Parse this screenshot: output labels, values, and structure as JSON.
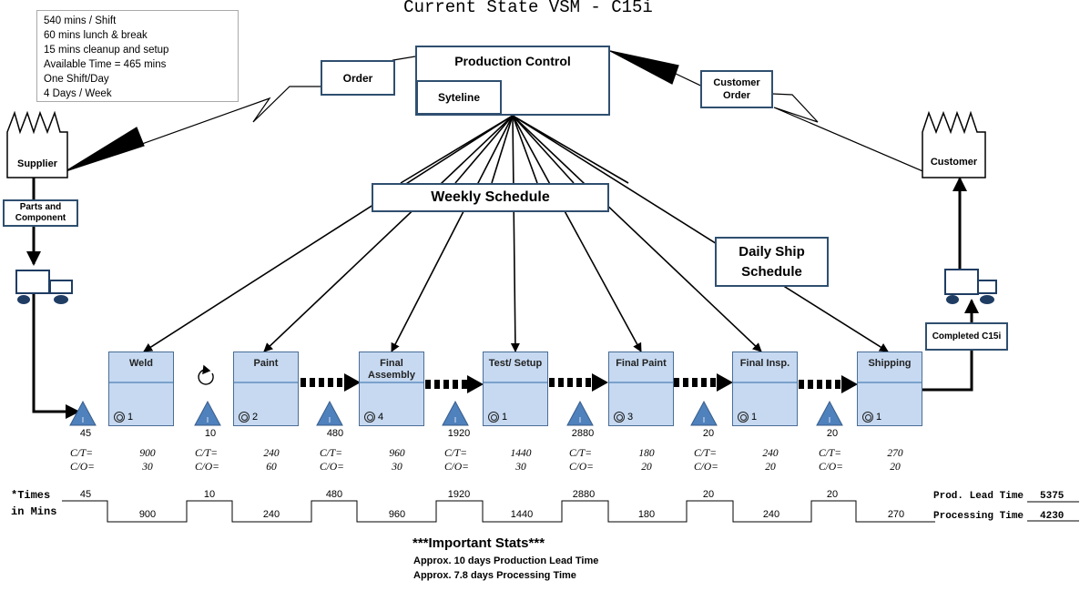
{
  "title": "Current State VSM - C15i",
  "notes": [
    "540 mins / Shift",
    "60 mins lunch & break",
    "15 mins cleanup and setup",
    "Available Time = 465 mins",
    "One Shift/Day",
    "4 Days / Week"
  ],
  "production_control": {
    "label": "Production Control",
    "sub": "Syteline"
  },
  "order": "Order",
  "customer_order": "Customer Order",
  "supplier": "Supplier",
  "customer": "Customer",
  "parts": "Parts and Component",
  "weekly_schedule": "Weekly Schedule",
  "daily_ship": "Daily Ship Schedule",
  "completed": "Completed C15i",
  "processes": [
    {
      "name": "Weld",
      "operators": "1",
      "ct": "900",
      "co": "30"
    },
    {
      "name": "Paint",
      "operators": "2",
      "ct": "240",
      "co": "60"
    },
    {
      "name": "Final Assembly",
      "operators": "4",
      "ct": "960",
      "co": "30"
    },
    {
      "name": "Test/ Setup",
      "operators": "1",
      "ct": "1440",
      "co": "30"
    },
    {
      "name": "Final Paint",
      "operators": "3",
      "ct": "180",
      "co": "20"
    },
    {
      "name": "Final Insp.",
      "operators": "1",
      "ct": "240",
      "co": "20"
    },
    {
      "name": "Shipping",
      "operators": "1",
      "ct": "270",
      "co": "20"
    }
  ],
  "inventory": [
    "45",
    "10",
    "480",
    "1920",
    "2880",
    "20",
    "20"
  ],
  "stat_labels": {
    "ct": "C/T=",
    "co": "C/O="
  },
  "inventory_icon_label": "I",
  "timeline": {
    "label1": "*Times",
    "label2": "in Mins",
    "wait": [
      "45",
      "10",
      "480",
      "1920",
      "2880",
      "20",
      "20"
    ],
    "process": [
      "900",
      "240",
      "960",
      "1440",
      "180",
      "240",
      "270"
    ]
  },
  "summary": {
    "lead_label": "Prod. Lead Time",
    "lead_value": "5375",
    "proc_label": "Processing Time",
    "proc_value": "4230"
  },
  "important": {
    "heading": "***Important Stats***",
    "line1": "Approx. 10 days Production Lead Time",
    "line2": "Approx. 7.8 days Processing Time"
  }
}
